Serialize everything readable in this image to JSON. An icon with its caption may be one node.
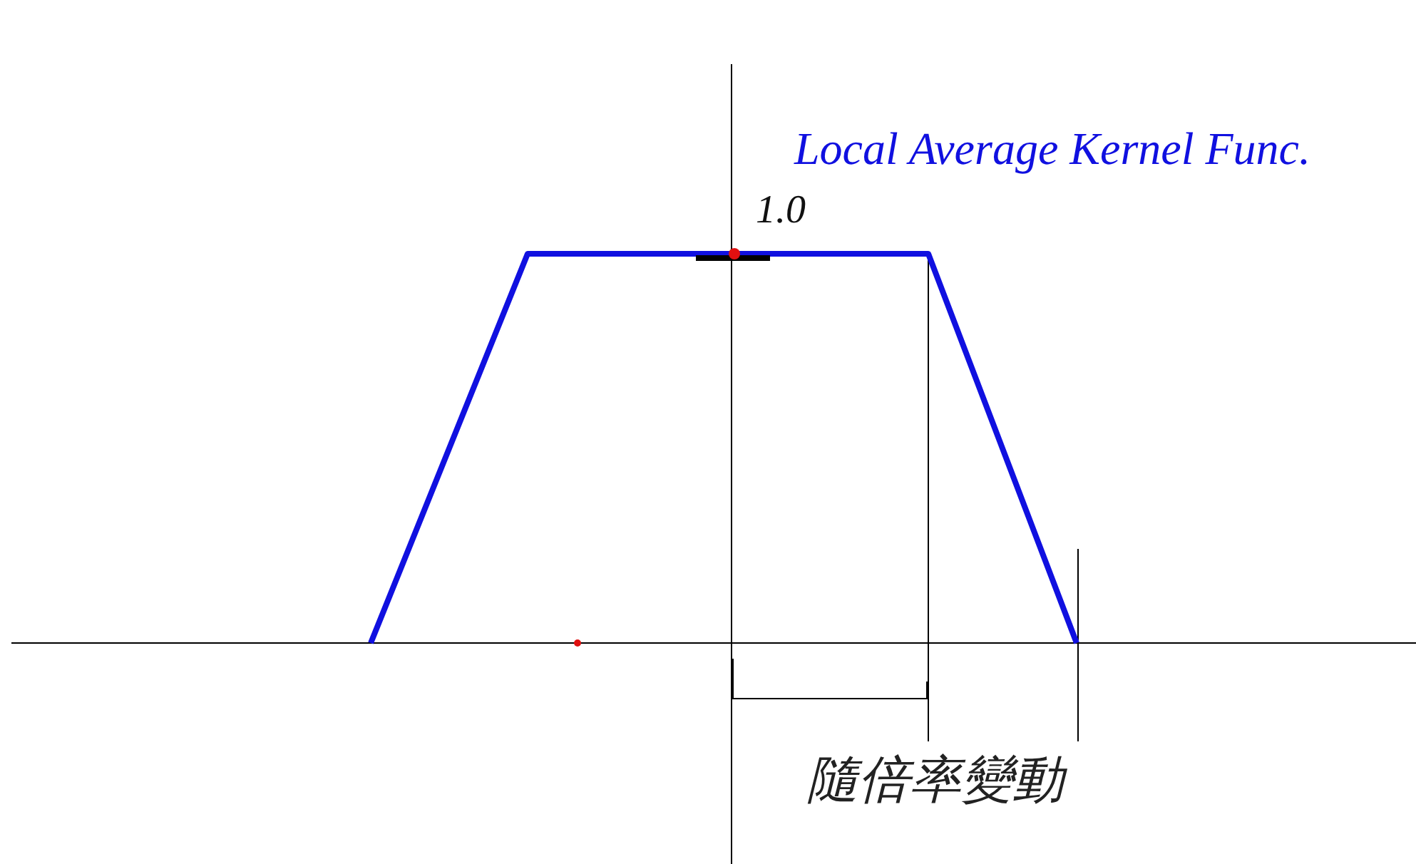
{
  "diagram": {
    "title": "Local Average Kernel Func.",
    "labels": [
      "1.0",
      "隨倍率變動"
    ]
  }
}
